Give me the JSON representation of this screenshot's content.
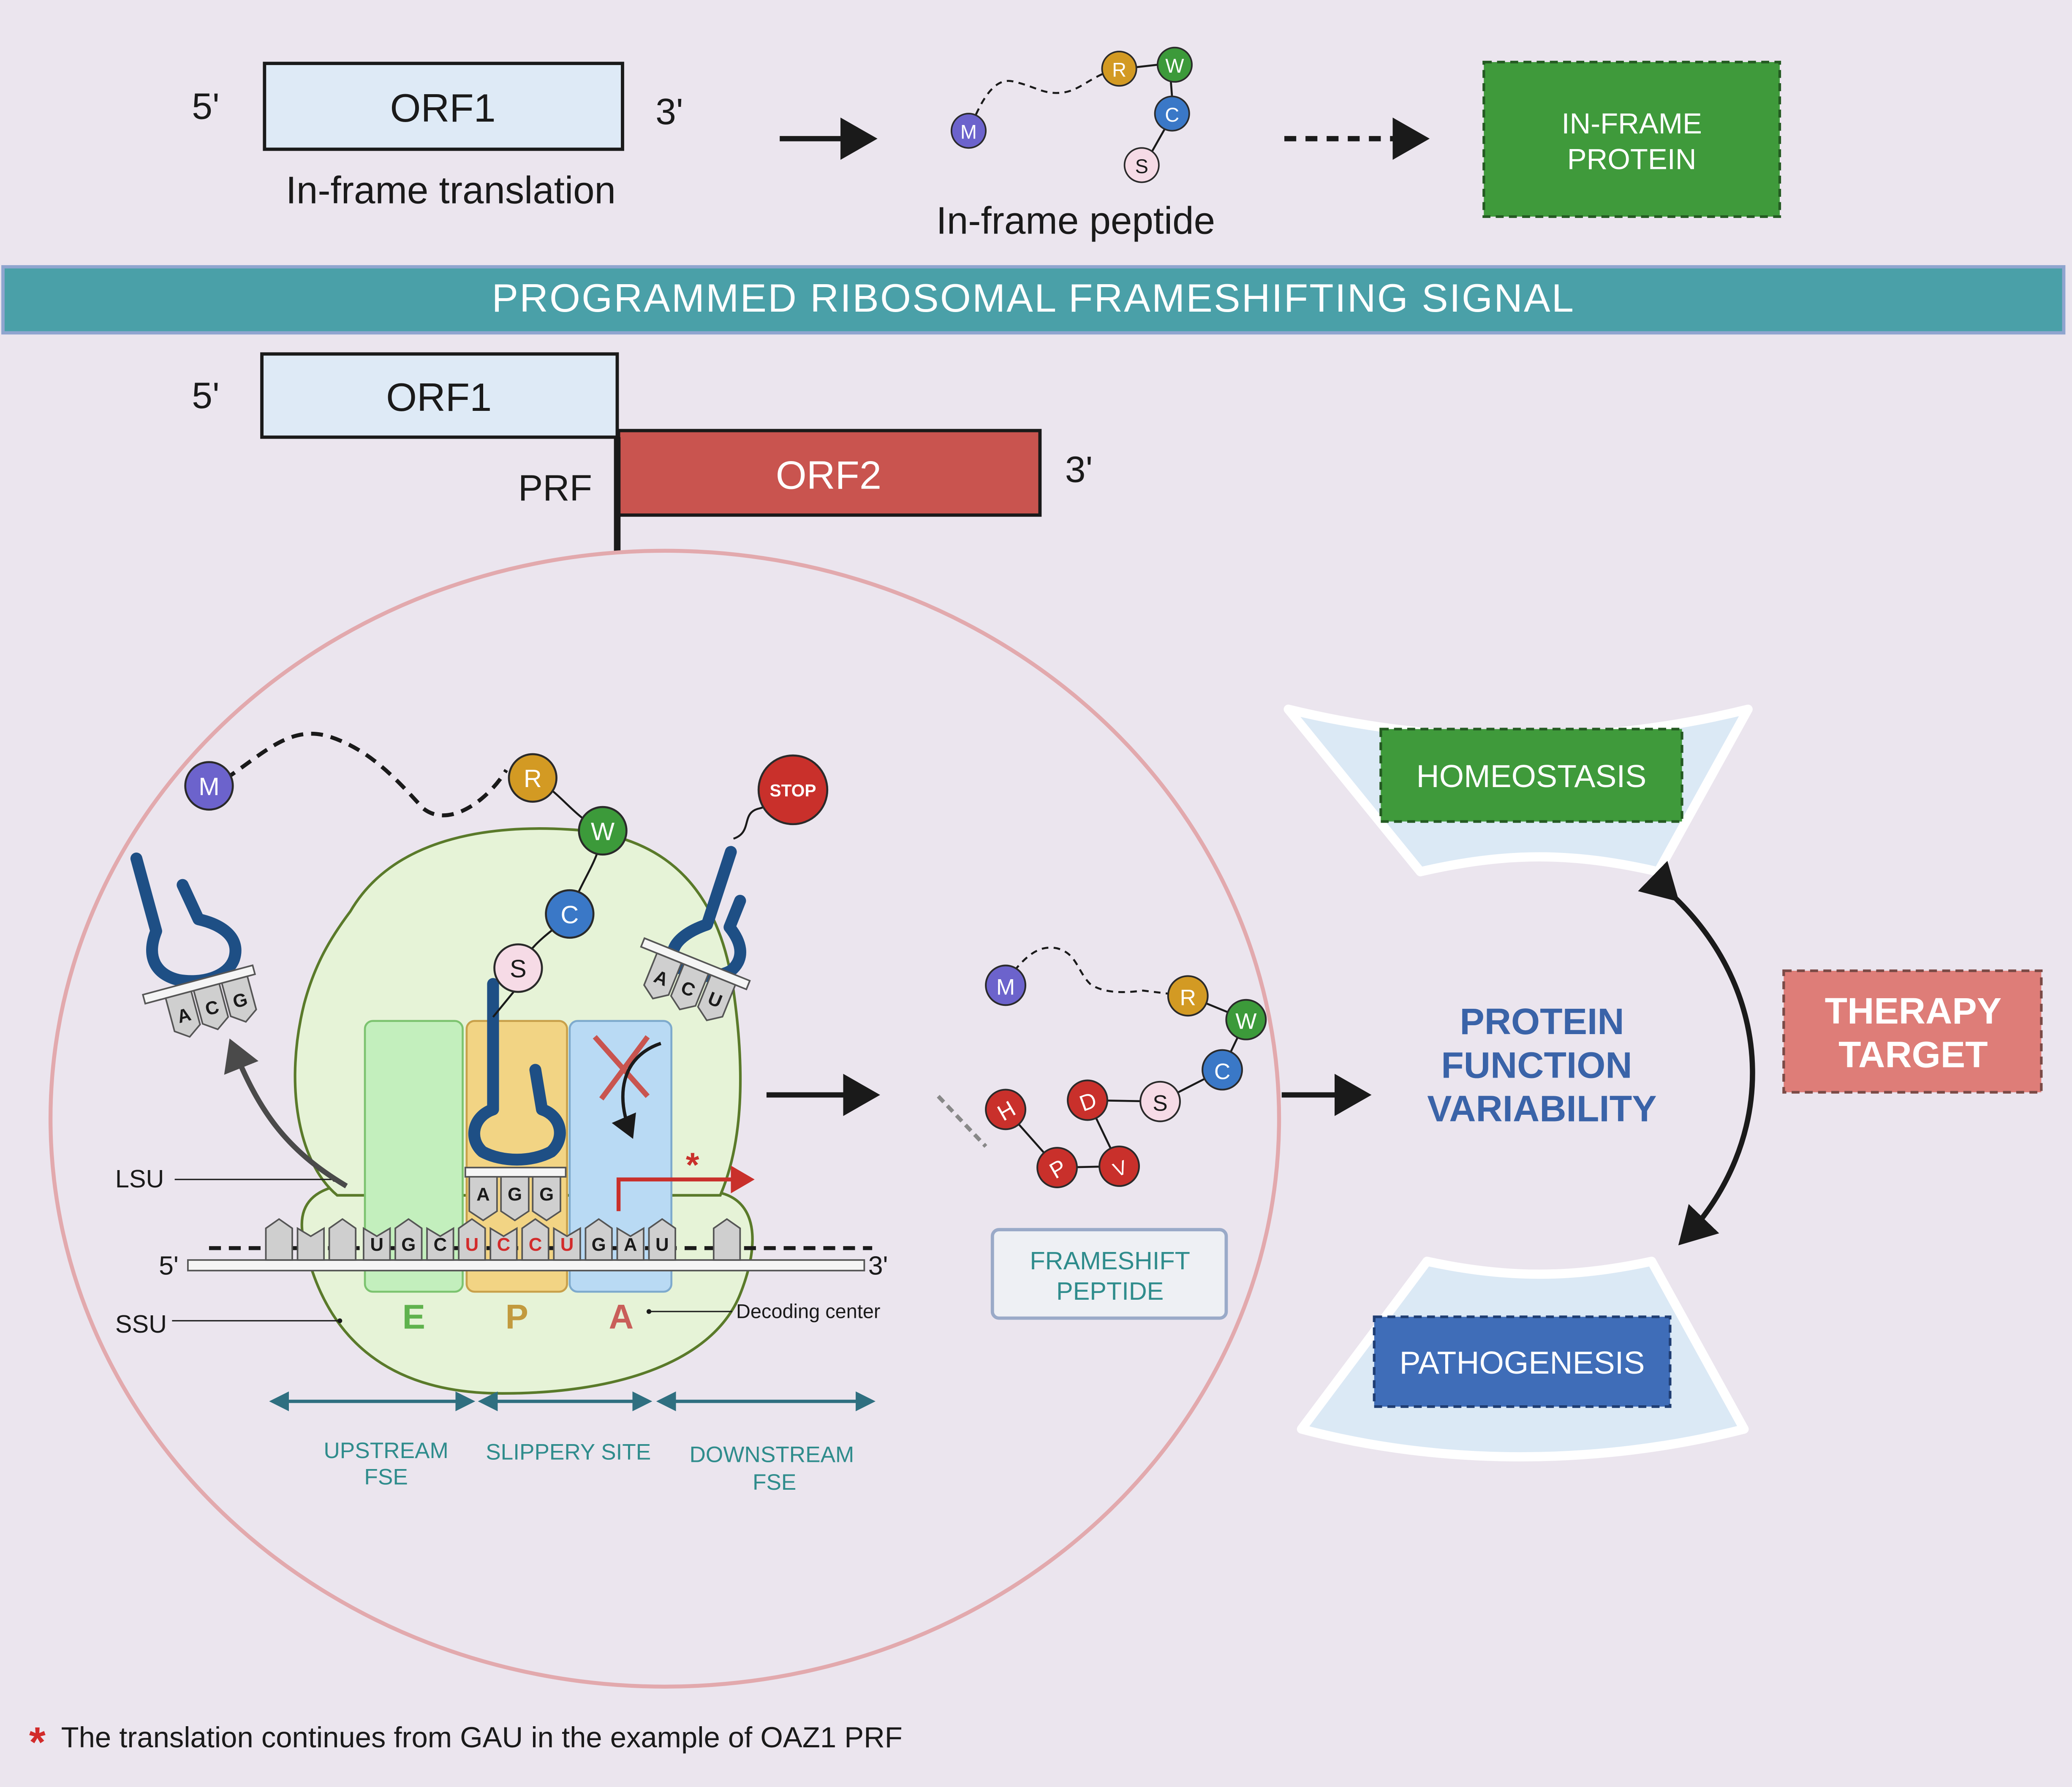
{
  "top": {
    "five_prime": "5'",
    "three_prime": "3'",
    "orf1": "ORF1",
    "caption": "In-frame translation",
    "peptide_caption": "In-frame peptide",
    "peptide": [
      "M",
      "R",
      "W",
      "C",
      "S"
    ],
    "in_frame_protein": [
      "IN-FRAME",
      "PROTEIN"
    ]
  },
  "banner": "PROGRAMMED RIBOSOMAL FRAMESHIFTING SIGNAL",
  "prf_track": {
    "five_prime": "5'",
    "three_prime": "3'",
    "orf1": "ORF1",
    "orf2": "ORF2",
    "prf": "PRF"
  },
  "ribosome": {
    "peptide": [
      "M",
      "R",
      "W",
      "C",
      "S"
    ],
    "stop": "STOP",
    "exit_trna_anticodon": [
      "A",
      "C",
      "G"
    ],
    "p_trna_anticodon": [
      "A",
      "G",
      "G"
    ],
    "incoming_trna_anticodon": [
      "A",
      "C",
      "U"
    ],
    "mrna_codons": [
      "U",
      "G",
      "C",
      "U",
      "C",
      "C",
      "U",
      "G",
      "A",
      "U"
    ],
    "five_prime": "5'",
    "three_prime": "3'",
    "lsu": "LSU",
    "ssu": "SSU",
    "sites": [
      "E",
      "P",
      "A"
    ],
    "decoding_center": "Decoding center",
    "asterisk": "*",
    "regions": {
      "upstream": [
        "UPSTREAM",
        "FSE"
      ],
      "slippery": "SLIPPERY SITE",
      "downstream": [
        "DOWNSTREAM",
        "FSE"
      ]
    }
  },
  "frameshift": {
    "peptide_inframe": [
      "M",
      "R",
      "W",
      "C",
      "S"
    ],
    "peptide_shifted": [
      "D",
      "H",
      "P",
      "V"
    ],
    "label": [
      "FRAMESHIFT",
      "PEPTIDE"
    ]
  },
  "outcomes": {
    "variability": [
      "PROTEIN",
      "FUNCTION",
      "VARIABILITY"
    ],
    "homeostasis": "HOMEOSTASIS",
    "pathogenesis": "PATHOGENESIS",
    "therapy": [
      "THERAPY",
      "TARGET"
    ]
  },
  "footnote": {
    "star": "*",
    "text": "The translation continues from GAU in the example of OAZ1 PRF"
  },
  "colors": {
    "background": "#ebe5ee",
    "banner": "#4aa0a8",
    "orf_box": "#deeaf6",
    "orf2": "#c9544f",
    "green_box": "#3f9a3b",
    "blue_box": "#3f6db8",
    "therapy": "#de7d78",
    "trna": "#1e4f85",
    "teal_text": "#2f8c8c",
    "variability_text": "#3a63a8",
    "aa_M": "#6c63cc",
    "aa_R": "#d39a23",
    "aa_W": "#3c9a3a",
    "aa_C": "#3a78c7",
    "aa_S": "#f6dbe6",
    "aa_red": "#c9302b"
  }
}
